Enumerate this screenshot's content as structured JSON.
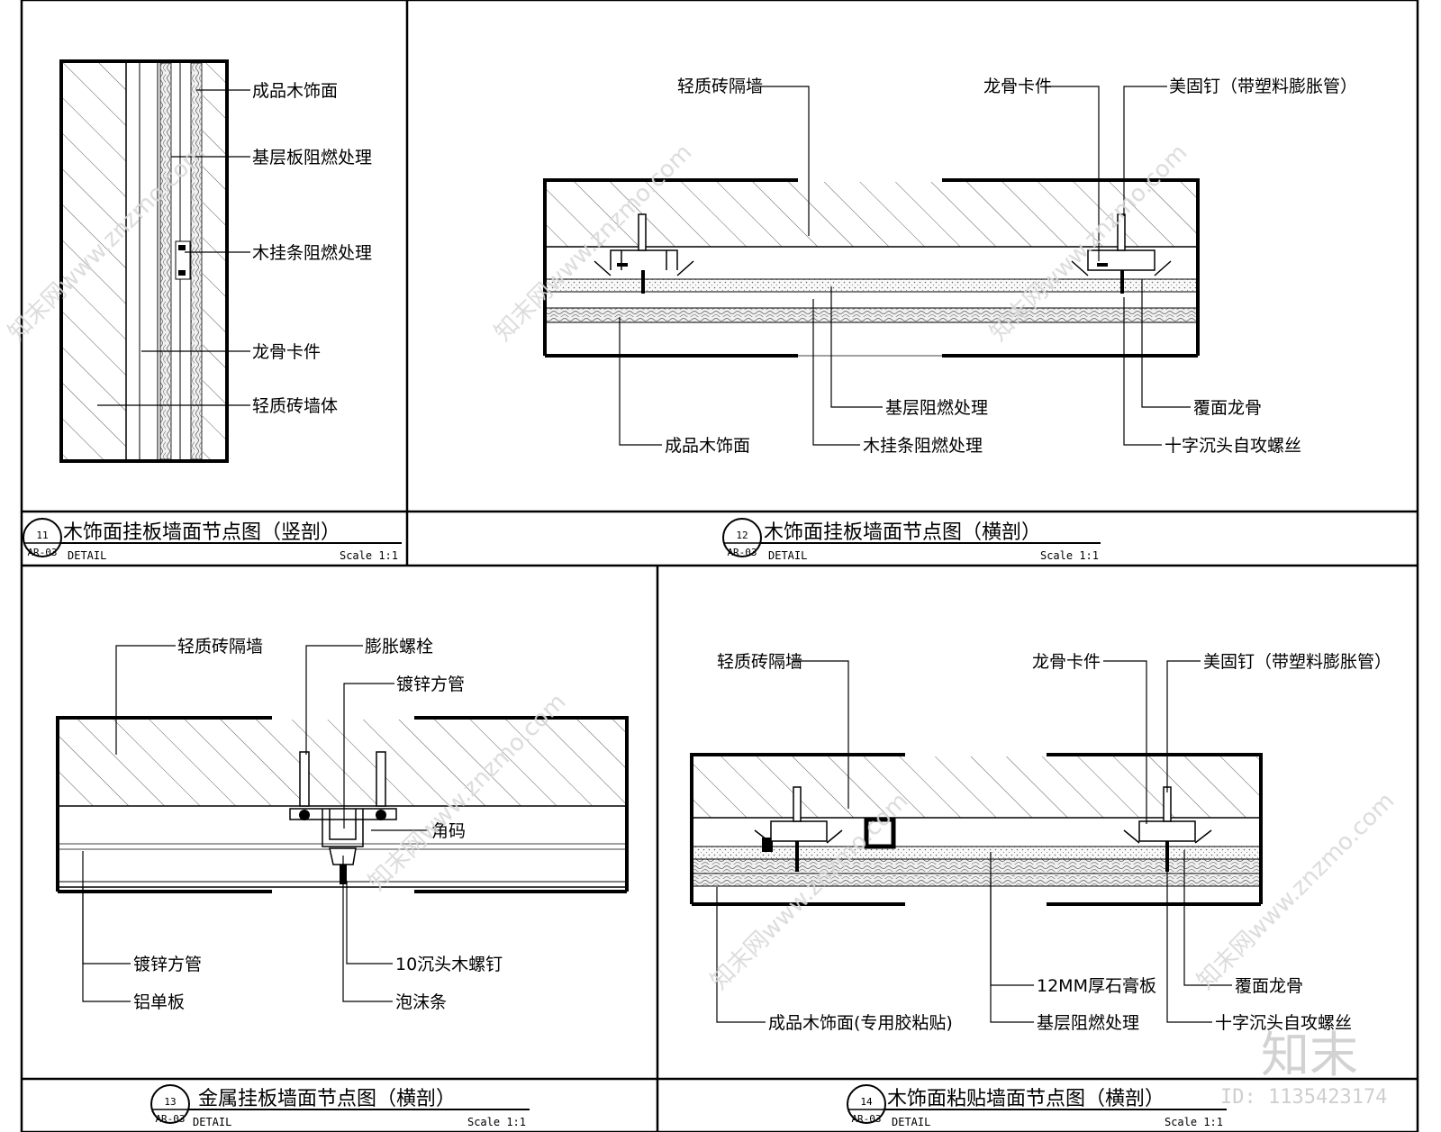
{
  "panels": [
    {
      "number": "11",
      "sheet_ref": "AR-03",
      "title": "木饰面挂板墙面节点图（竖剖）",
      "detail_label": "DETAIL",
      "scale": "Scale 1:1",
      "labels": [
        "成品木饰面",
        "基层板阻燃处理",
        "木挂条阻燃处理",
        "龙骨卡件",
        "轻质砖墙体"
      ]
    },
    {
      "number": "12",
      "sheet_ref": "AR-03",
      "title": "木饰面挂板墙面节点图（横剖）",
      "detail_label": "DETAIL",
      "scale": "Scale 1:1",
      "labels": [
        "轻质砖隔墙",
        "龙骨卡件",
        "美固钉（带塑料膨胀管）",
        "基层阻燃处理",
        "覆面龙骨",
        "成品木饰面",
        "木挂条阻燃处理",
        "十字沉头自攻螺丝"
      ]
    },
    {
      "number": "13",
      "sheet_ref": "AR-03",
      "title": "金属挂板墙面节点图（横剖）",
      "detail_label": "DETAIL",
      "scale": "Scale 1:1",
      "labels": [
        "轻质砖隔墙",
        "膨胀螺栓",
        "镀锌方管",
        "角码",
        "镀锌方管",
        "铝单板",
        "10沉头木螺钉",
        "泡沫条"
      ]
    },
    {
      "number": "14",
      "sheet_ref": "AR-03",
      "title": "木饰面粘贴墙面节点图（横剖）",
      "detail_label": "DETAIL",
      "scale": "Scale 1:1",
      "labels": [
        "轻质砖隔墙",
        "龙骨卡件",
        "美固钉（带塑料膨胀管）",
        "12MM厚石膏板",
        "覆面龙骨",
        "成品木饰面(专用胶粘贴)",
        "基层阻燃处理",
        "十字沉头自攻螺丝"
      ]
    }
  ],
  "watermark": {
    "text": "知末网www.znzmo.com",
    "logo": "知末",
    "id": "ID: 1135423174"
  }
}
